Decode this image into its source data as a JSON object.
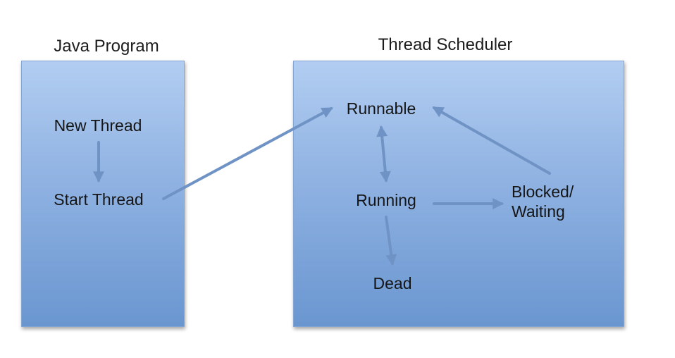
{
  "left_box": {
    "title": "Java Program",
    "nodes": {
      "new_thread": "New Thread",
      "start_thread": "Start Thread"
    }
  },
  "right_box": {
    "title": "Thread Scheduler",
    "nodes": {
      "runnable": "Runnable",
      "running": "Running",
      "dead": "Dead",
      "blocked_line1": "Blocked/",
      "blocked_line2": "Waiting"
    }
  },
  "edges": [
    {
      "from": "New Thread",
      "to": "Start Thread",
      "direction": "one-way"
    },
    {
      "from": "Start Thread",
      "to": "Runnable",
      "direction": "one-way"
    },
    {
      "from": "Runnable",
      "to": "Running",
      "direction": "two-way"
    },
    {
      "from": "Running",
      "to": "Dead",
      "direction": "one-way"
    },
    {
      "from": "Running",
      "to": "Blocked/Waiting",
      "direction": "one-way"
    },
    {
      "from": "Blocked/Waiting",
      "to": "Runnable",
      "direction": "one-way"
    }
  ],
  "colors": {
    "panel_top": "#b2cdf1",
    "panel_bottom": "#6a96d0",
    "arrow": "#6f93c4"
  }
}
